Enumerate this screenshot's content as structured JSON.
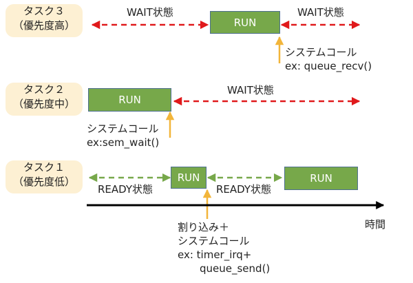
{
  "tasks": [
    {
      "name": "タスク３",
      "priority": "（優先度高）"
    },
    {
      "name": "タスク２",
      "priority": "（優先度中）"
    },
    {
      "name": "タスク１",
      "priority": "（優先度低）"
    }
  ],
  "run_label": "RUN",
  "states": {
    "wait": "WAIT状態",
    "ready": "READY状態"
  },
  "annotations": {
    "task3_call": [
      "システムコール",
      "ex: queue_recv()"
    ],
    "task2_call": [
      "システムコール",
      "ex:sem_wait()"
    ],
    "task1_call": [
      "割り込み＋",
      "システムコール",
      "ex: timer_irq+",
      "queue_send()"
    ]
  },
  "time_axis_label": "時間",
  "colors": {
    "wait_arrow": "#e0191b",
    "ready_arrow": "#77a84a",
    "run_fill": "#77a84a",
    "label_bg": "#fdf0d3",
    "event_arrow": "#f2b53a",
    "time_axis": "#000000"
  }
}
